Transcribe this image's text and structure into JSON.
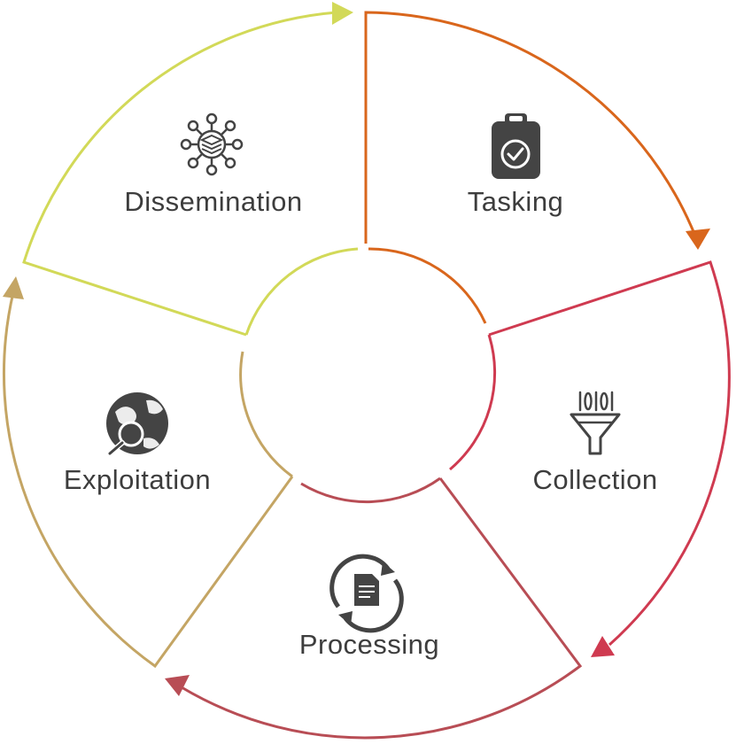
{
  "diagram": {
    "type": "cycle",
    "direction": "clockwise",
    "stages": [
      {
        "id": "tasking",
        "label": "Tasking",
        "icon": "clipboard-check-icon",
        "color": "#d9661c"
      },
      {
        "id": "collection",
        "label": "Collection",
        "icon": "data-funnel-icon",
        "color": "#cf3a50"
      },
      {
        "id": "processing",
        "label": "Processing",
        "icon": "document-refresh-icon",
        "color": "#b84d55"
      },
      {
        "id": "exploitation",
        "label": "Exploitation",
        "icon": "globe-search-icon",
        "color": "#c4a564"
      },
      {
        "id": "dissemination",
        "label": "Dissemination",
        "icon": "network-layers-icon",
        "color": "#d2d958"
      }
    ]
  }
}
